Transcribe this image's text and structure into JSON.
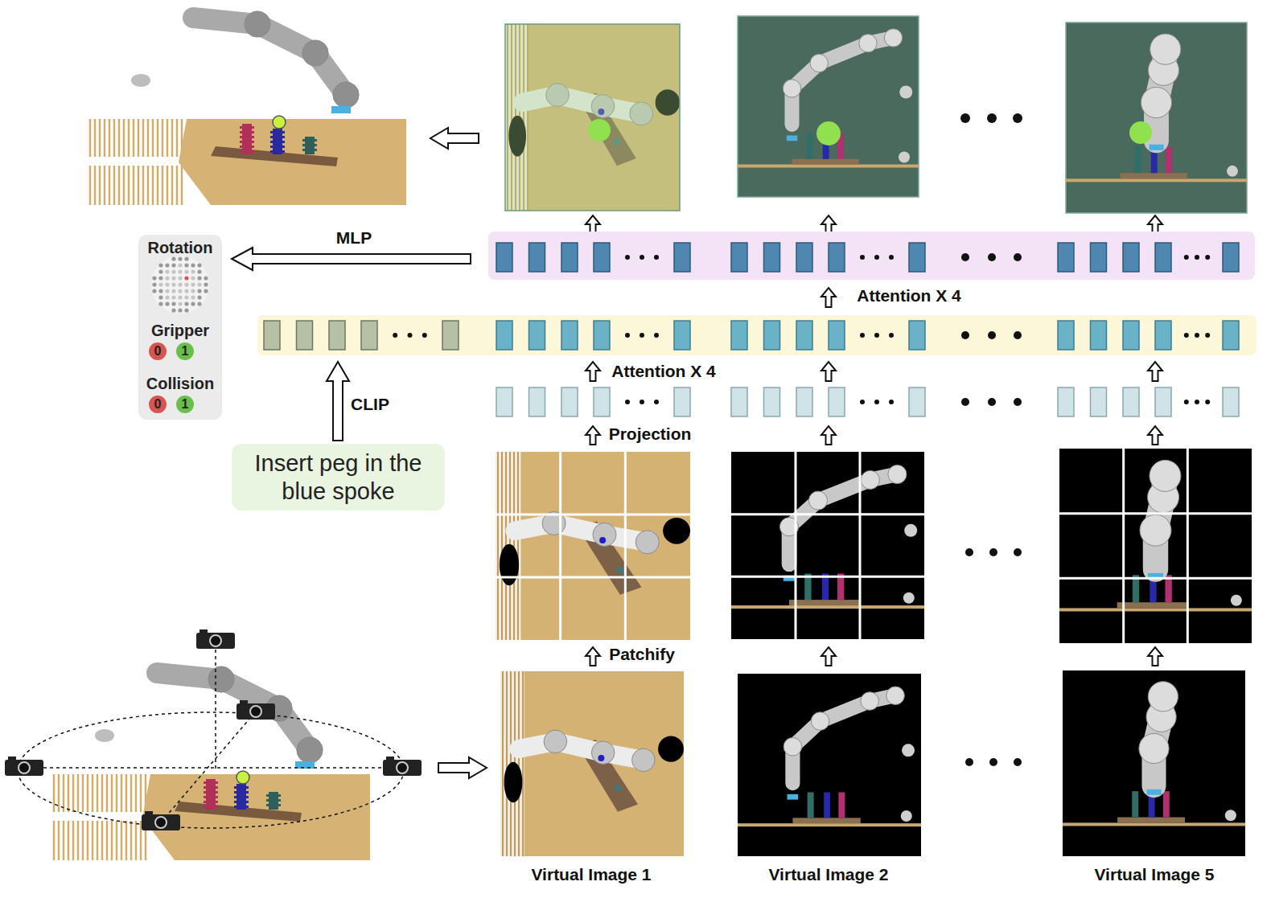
{
  "diagram": {
    "nodes": [
      {
        "text": [
          "Rotation",
          "Gripper",
          "Collision"
        ]
      },
      {
        "text": [
          "0"
        ],
        "in": 0
      },
      {
        "text": [
          "1"
        ],
        "in": 0
      },
      {
        "text": [
          "0"
        ],
        "in": 0
      },
      {
        "text": [
          "1"
        ],
        "in": 0
      },
      {
        "text": [
          "Insert peg in the blue spoke"
        ]
      }
    ],
    "labels": [
      "MLP",
      "CLIP",
      "Attention X 4",
      "Attention X 4",
      "Projection",
      "Patchify",
      "Virtual Image 1",
      "Virtual Image 2",
      "Virtual Image 5"
    ]
  }
}
